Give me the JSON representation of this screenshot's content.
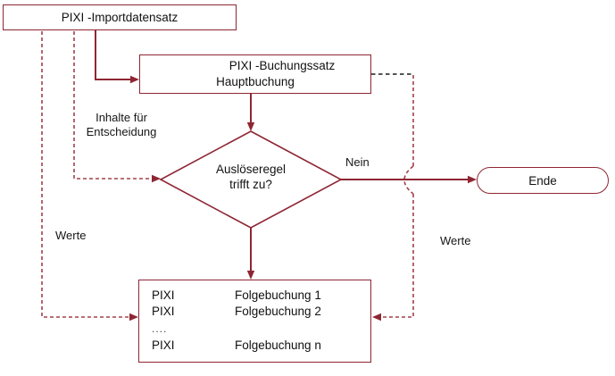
{
  "colors": {
    "line_red": "#8E2633",
    "dash_red": "#A1404B",
    "dash_black": "#1C1C1C",
    "shape_fill": "#FFFFFF",
    "text": "#111111"
  },
  "nodes": {
    "import_box": {
      "label": "PIXI -Importdatensatz"
    },
    "buchung_box": {
      "line1": "PIXI -Buchungssatz",
      "line2": "Hauptbuchung"
    },
    "decision": {
      "line1": "Auslöseregel",
      "line2": "trifft zu?"
    },
    "ende": {
      "label": "Ende"
    },
    "folge_box": {
      "rows": [
        {
          "c1": "PIXI",
          "c2": "Folgebuchung 1"
        },
        {
          "c1": "PIXI",
          "c2": "Folgebuchung 2"
        },
        {
          "c1": "....",
          "c2": ""
        },
        {
          "c1": "PIXI",
          "c2": "Folgebuchung n"
        }
      ]
    }
  },
  "labels": {
    "inhalte": {
      "line1": "Inhalte für",
      "line2": "Entscheidung"
    },
    "nein": "Nein",
    "werte_left": "Werte",
    "werte_right": "Werte"
  }
}
